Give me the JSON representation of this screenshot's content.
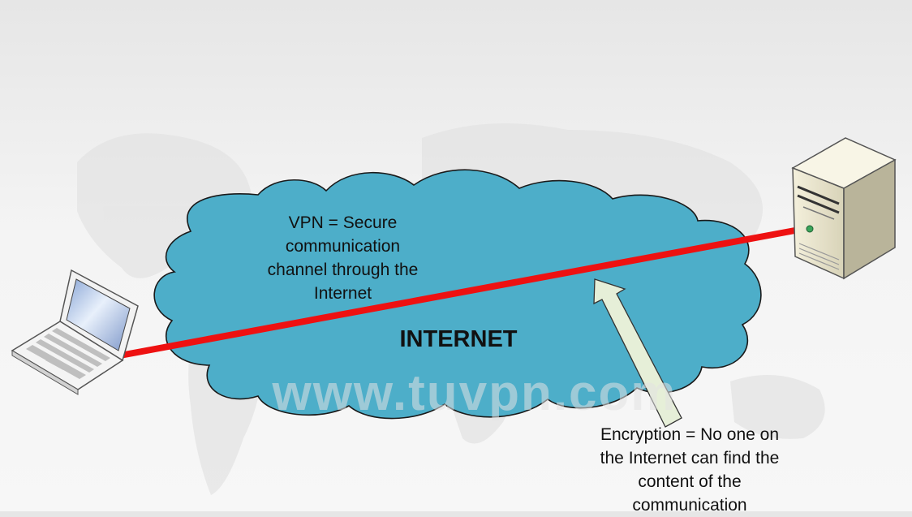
{
  "diagram": {
    "cloud_label": "INTERNET",
    "vpn_note": [
      "VPN = Secure",
      "communication",
      "channel through the",
      "Internet"
    ],
    "encryption_note": [
      "Encryption = No one on",
      "the Internet can find the",
      "content of the",
      "communication"
    ],
    "watermark": "www.tuvpn.com",
    "nodes": {
      "client": "laptop",
      "server": "server-tower"
    },
    "colors": {
      "tunnel": "#ee1111",
      "cloud_fill": "#4daec9",
      "cloud_outline": "#1a1a1a",
      "arrow_fill": "#e6efd8"
    }
  }
}
